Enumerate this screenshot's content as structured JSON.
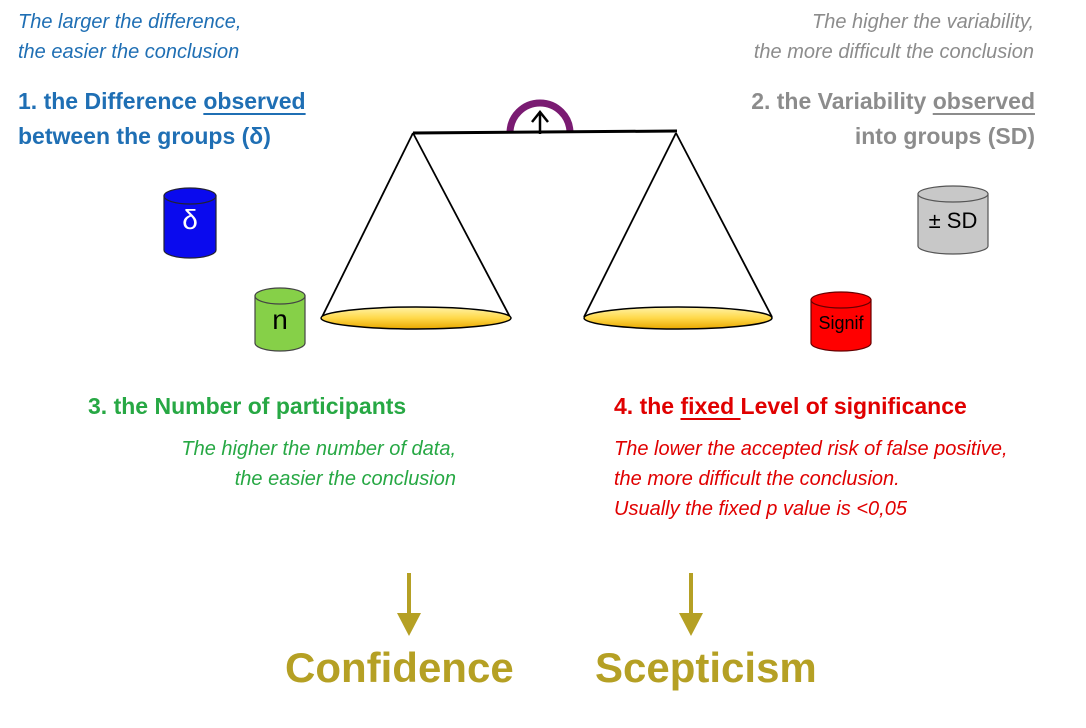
{
  "colors": {
    "difference": "#1F6FB4",
    "variability": "#8C8C8C",
    "participants": "#27A844",
    "significance": "#E00000",
    "outcome": "#B5A024",
    "delta_cyl": "#0A0AEE",
    "sd_cyl": "#C8C8C8",
    "n_cyl": "#86D048",
    "signif_cyl": "#FF0000",
    "pan": "#FFD94A",
    "pivot": "#7A1B72"
  },
  "difference": {
    "note_line1": "The larger the difference,",
    "note_line2": "the easier the conclusion",
    "heading_pre": "1. the Difference ",
    "heading_underlined": "observed",
    "heading_line2": "between the groups (δ)"
  },
  "variability": {
    "note_line1": "The higher the variability,",
    "note_line2": "the more difficult the conclusion",
    "heading_pre": "2. the Variability ",
    "heading_underlined": "observed",
    "heading_line2": "into groups (SD)"
  },
  "participants": {
    "heading": "3. the Number of participants",
    "note_line1": "The higher the number of data,",
    "note_line2": "the easier the conclusion"
  },
  "significance": {
    "heading_pre": "4. the ",
    "heading_underlined": "fixed ",
    "heading_post": "Level of significance",
    "note_line1": "The lower the accepted risk of false positive,",
    "note_line2": "the more difficult the conclusion.",
    "note_line3": "Usually the fixed p value is <0,05"
  },
  "cylinders": {
    "delta": "δ",
    "sd": "± SD",
    "n": "n",
    "signif": "Signif"
  },
  "outcomes": {
    "left": "Confidence",
    "right": "Scepticism"
  }
}
